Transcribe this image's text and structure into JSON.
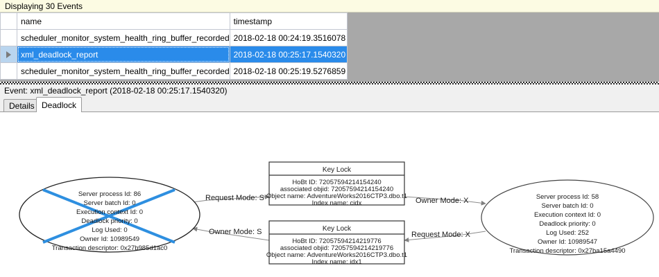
{
  "banner": {
    "text": "Displaying 30 Events"
  },
  "grid": {
    "columns": [
      {
        "key": "sel",
        "label": ""
      },
      {
        "key": "name",
        "label": "name"
      },
      {
        "key": "timestamp",
        "label": "timestamp"
      }
    ],
    "rows": [
      {
        "selected": false,
        "name": "scheduler_monitor_system_health_ring_buffer_recorded",
        "timestamp": "2018-02-18 00:24:19.3516078"
      },
      {
        "selected": true,
        "name": "xml_deadlock_report",
        "timestamp": "2018-02-18 00:25:17.1540320"
      },
      {
        "selected": false,
        "name": "scheduler_monitor_system_health_ring_buffer_recorded",
        "timestamp": "2018-02-18 00:25:19.5276859"
      }
    ]
  },
  "event_header": {
    "text": "Event: xml_deadlock_report (2018-02-18 00:25:17.1540320)"
  },
  "tabs": [
    {
      "label": "Details",
      "active": false
    },
    {
      "label": "Deadlock",
      "active": true
    }
  ],
  "deadlock_graph": {
    "victim_color": "#2e8fe0",
    "process_left": {
      "is_victim": true,
      "lines": [
        "Server process Id: 86",
        "Server batch Id: 0",
        "Execution context Id: 0",
        "Deadlock priority: 0",
        "Log Used: 0",
        "Owner Id: 10989549",
        "Transaction descriptor: 0x27b985d1ac0"
      ]
    },
    "process_right": {
      "is_victim": false,
      "lines": [
        "Server process Id: 58",
        "Server batch Id: 0",
        "Execution context Id: 0",
        "Deadlock priority: 0",
        "Log Used: 252",
        "Owner Id: 10989547",
        "Transaction descriptor: 0x27ba15a4490"
      ]
    },
    "resource_top": {
      "title": "Key Lock",
      "lines": [
        "HoBt ID: 72057594214154240",
        "associated objid: 72057594214154240",
        "Object name: AdventureWorks2016CTP3.dbo.t1",
        "Index name: cidx"
      ]
    },
    "resource_bottom": {
      "title": "Key Lock",
      "lines": [
        "HoBt ID: 72057594214219776",
        "associated objid: 72057594214219776",
        "Object name: AdventureWorks2016CTP3.dbo.t1",
        "Index name: idx1"
      ]
    },
    "edges": [
      {
        "id": "left_request_top",
        "label": "Request Mode: S"
      },
      {
        "id": "top_owner_right",
        "label": "Owner Mode: X"
      },
      {
        "id": "bottom_owner_left",
        "label": "Owner Mode: S"
      },
      {
        "id": "right_request_bottom",
        "label": "Request Mode: X"
      }
    ]
  }
}
